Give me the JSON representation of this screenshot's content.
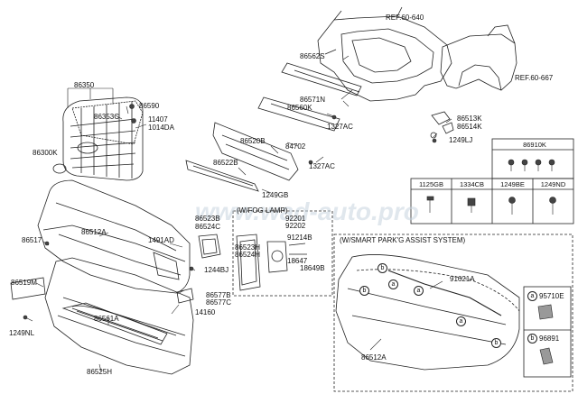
{
  "refs": {
    "ref_upper": "REF.60-640",
    "ref_right": "REF.60-667"
  },
  "parts": {
    "p86350": "86350",
    "p86590": "86590",
    "p86353c": "86353C",
    "p11407": "11407",
    "p1014da": "1014DA",
    "p86300k": "86300K",
    "p86562s": "86562S",
    "p86571n": "86571N",
    "p86560k": "86560K",
    "p1327ac_a": "1327AC",
    "p84702": "84702",
    "p1327ac_b": "1327AC",
    "p86520b": "86520B",
    "p86522b": "86522B",
    "p1249gb": "1249GB",
    "p86513k": "86513K",
    "p86514k": "86514K",
    "p1249lj": "1249LJ",
    "p86512a": "86512A",
    "p86517": "86517",
    "p1491ad": "1491AD",
    "p86523b": "86523B",
    "p86524c": "86524C",
    "p1244bj": "1244BJ",
    "p86577b": "86577B",
    "p86577c": "86577C",
    "p14160": "14160",
    "p86519m": "86519M",
    "p1249nl": "1249NL",
    "p86561a": "86561A",
    "p86525h": "86525H",
    "p92201": "92201",
    "p92202": "92202",
    "p91214b": "91214B",
    "p86523h": "86523H",
    "p86524h": "86524H",
    "p18647": "18647",
    "p18649b": "18649B",
    "p91621a": "91621A",
    "p86512a_b": "86512A"
  },
  "fog": {
    "title": "(W/FOG LAMP)"
  },
  "smart": {
    "title": "(W/SMART PARK'G ASSIST SYSTEM)"
  },
  "fastener_table": {
    "header": "86910K",
    "cols": [
      "1125GB",
      "1334CB",
      "1249BE",
      "1249ND"
    ]
  },
  "legend": {
    "a_letter": "a",
    "a_part": "95710E",
    "b_letter": "b",
    "b_part": "96891"
  },
  "callouts": {
    "a": "a",
    "b": "b"
  },
  "watermark": "www.wad-auto.pro"
}
